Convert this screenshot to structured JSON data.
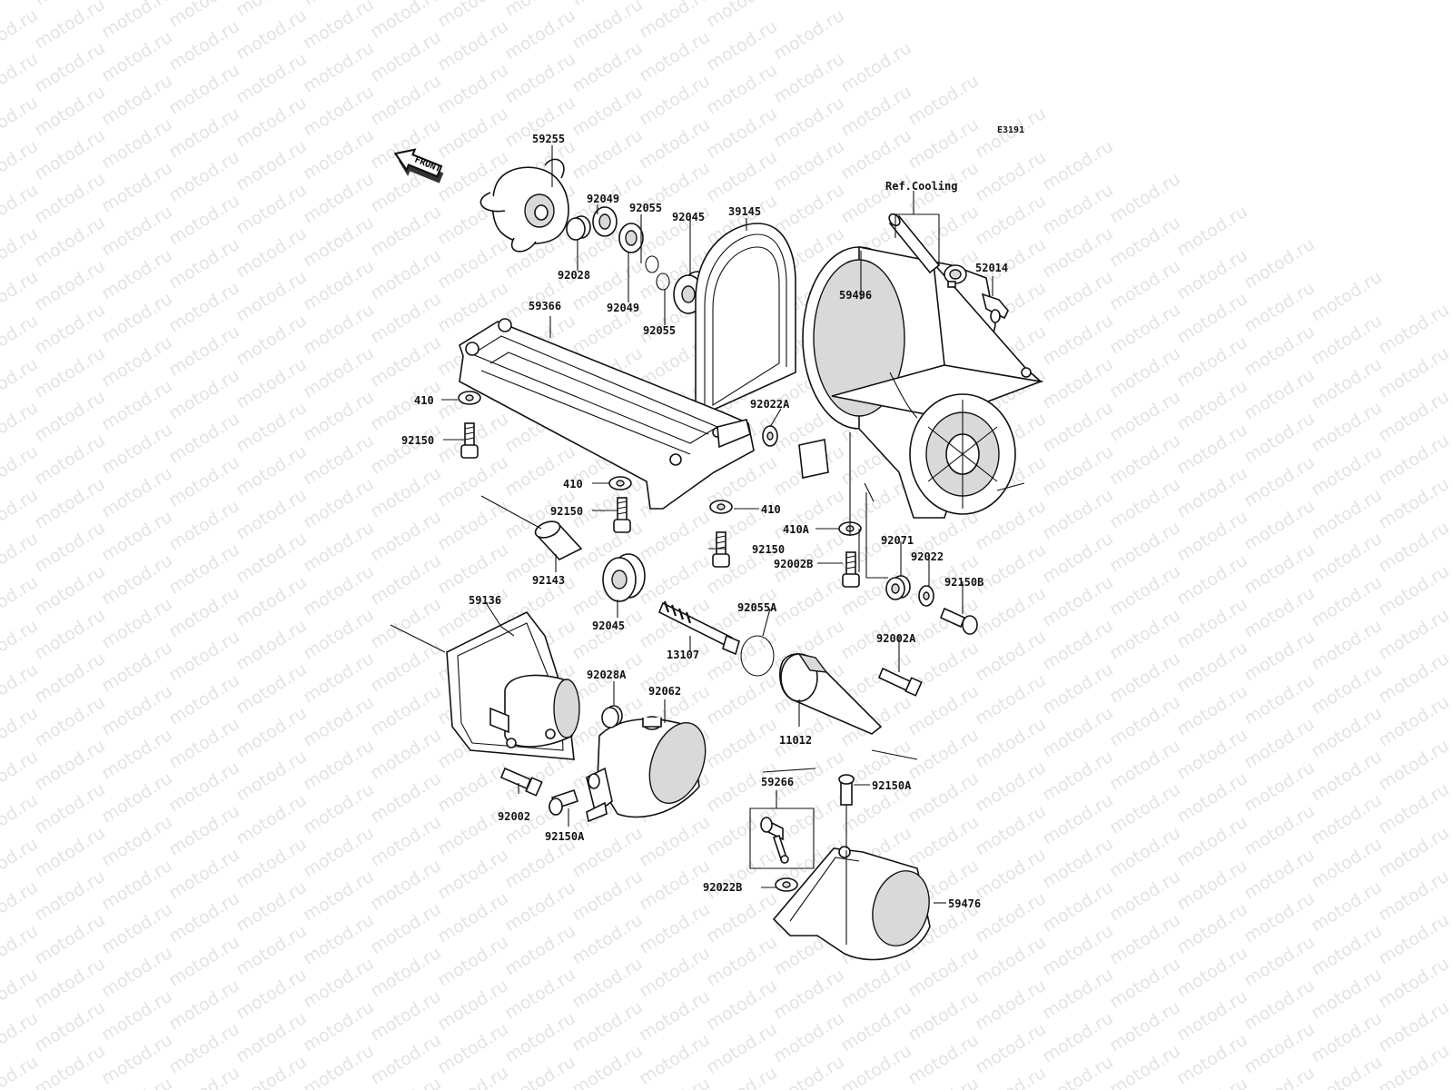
{
  "diagram": {
    "code": "E3191",
    "front_label": "FRONT",
    "ref_label": "Ref.Cooling",
    "watermark": "motod.ru"
  },
  "parts": [
    {
      "id": "p59255",
      "number": "59255"
    },
    {
      "id": "p92049a",
      "number": "92049"
    },
    {
      "id": "p92055a",
      "number": "92055"
    },
    {
      "id": "p92045a",
      "number": "92045"
    },
    {
      "id": "p39145",
      "number": "39145"
    },
    {
      "id": "p92028",
      "number": "92028"
    },
    {
      "id": "p92049b",
      "number": "92049"
    },
    {
      "id": "p92055b",
      "number": "92055"
    },
    {
      "id": "p59366",
      "number": "59366"
    },
    {
      "id": "p59496",
      "number": "59496"
    },
    {
      "id": "p52014",
      "number": "52014"
    },
    {
      "id": "p410a",
      "number": "410"
    },
    {
      "id": "p92150a",
      "number": "92150"
    },
    {
      "id": "p92022A",
      "number": "92022A"
    },
    {
      "id": "p410b",
      "number": "410"
    },
    {
      "id": "p92150b",
      "number": "92150"
    },
    {
      "id": "p410c",
      "number": "410"
    },
    {
      "id": "p410A",
      "number": "410A"
    },
    {
      "id": "p92150c",
      "number": "92150"
    },
    {
      "id": "p92002B",
      "number": "92002B"
    },
    {
      "id": "p92071",
      "number": "92071"
    },
    {
      "id": "p92022",
      "number": "92022"
    },
    {
      "id": "p92150B",
      "number": "92150B"
    },
    {
      "id": "p92143",
      "number": "92143"
    },
    {
      "id": "p59136",
      "number": "59136"
    },
    {
      "id": "p92045b",
      "number": "92045"
    },
    {
      "id": "p92055A",
      "number": "92055A"
    },
    {
      "id": "p92002A",
      "number": "92002A"
    },
    {
      "id": "p13107",
      "number": "13107"
    },
    {
      "id": "p92028A",
      "number": "92028A"
    },
    {
      "id": "p92062",
      "number": "92062"
    },
    {
      "id": "p11012",
      "number": "11012"
    },
    {
      "id": "p59266",
      "number": "59266"
    },
    {
      "id": "p92150A1",
      "number": "92150A"
    },
    {
      "id": "p92002",
      "number": "92002"
    },
    {
      "id": "p92150A2",
      "number": "92150A"
    },
    {
      "id": "p92022B",
      "number": "92022B"
    },
    {
      "id": "p59476",
      "number": "59476"
    }
  ]
}
